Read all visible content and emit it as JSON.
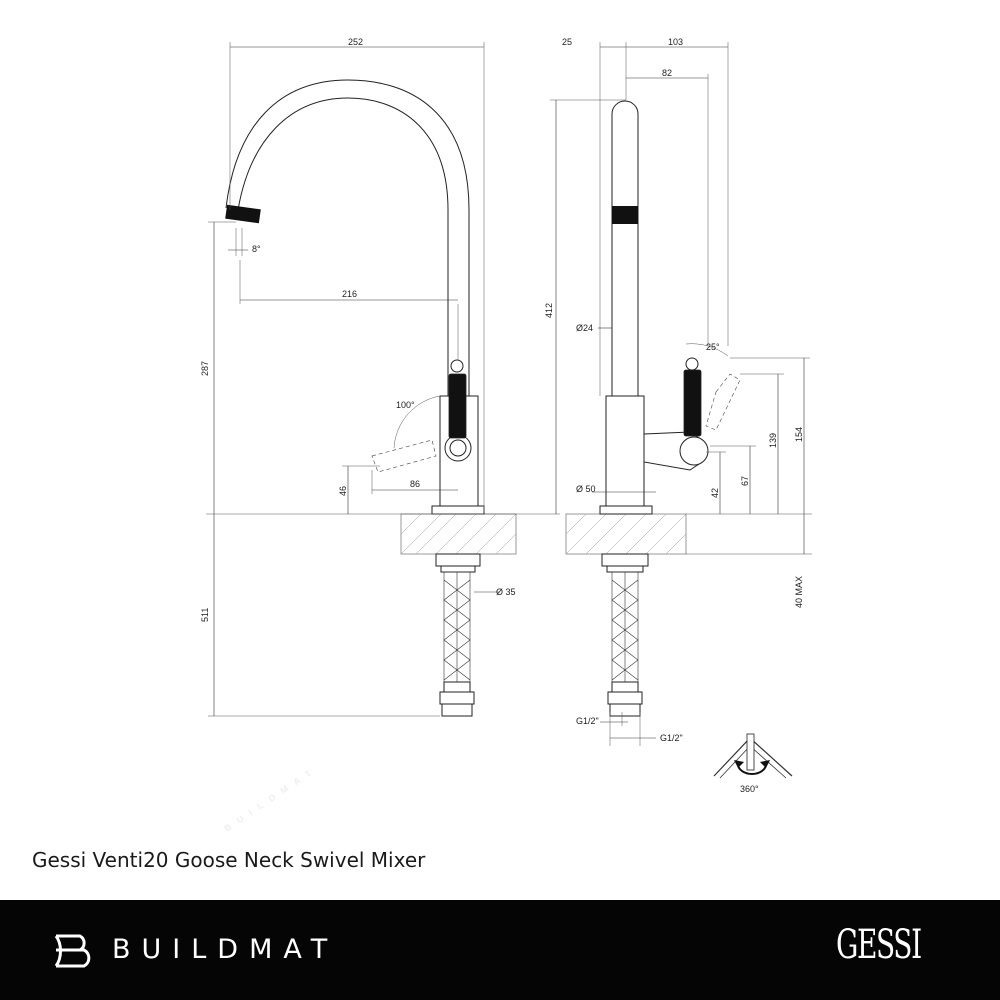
{
  "watermark": "BUILDMAT",
  "dimensions": {
    "width_total": "252",
    "spout_offset": "25",
    "depth_total": "103",
    "depth_spout": "82",
    "spout_angle": "8°",
    "spout_reach": "216",
    "height_spout": "287",
    "height_total": "412",
    "pipe_diameter": "Ø24",
    "lever_angle_side": "25°",
    "lever_rotation": "100°",
    "base_diameter": "Ø 50",
    "lever_reach": "86",
    "lever_height": "46",
    "h42": "42",
    "h67": "67",
    "h139": "139",
    "h154": "154",
    "counter_max": "40 MAX",
    "hose_diameter": "Ø 35",
    "hose_length": "511",
    "connection_left": "G1/2\"",
    "connection_right": "G1/2\"",
    "swivel": "360°"
  },
  "title": "Gessi Venti20 Goose Neck Swivel Mixer",
  "footer": {
    "brand": "BUILDMAT",
    "partner": "GESSI",
    "logo_icon": "buildmat-b-logo-icon"
  }
}
